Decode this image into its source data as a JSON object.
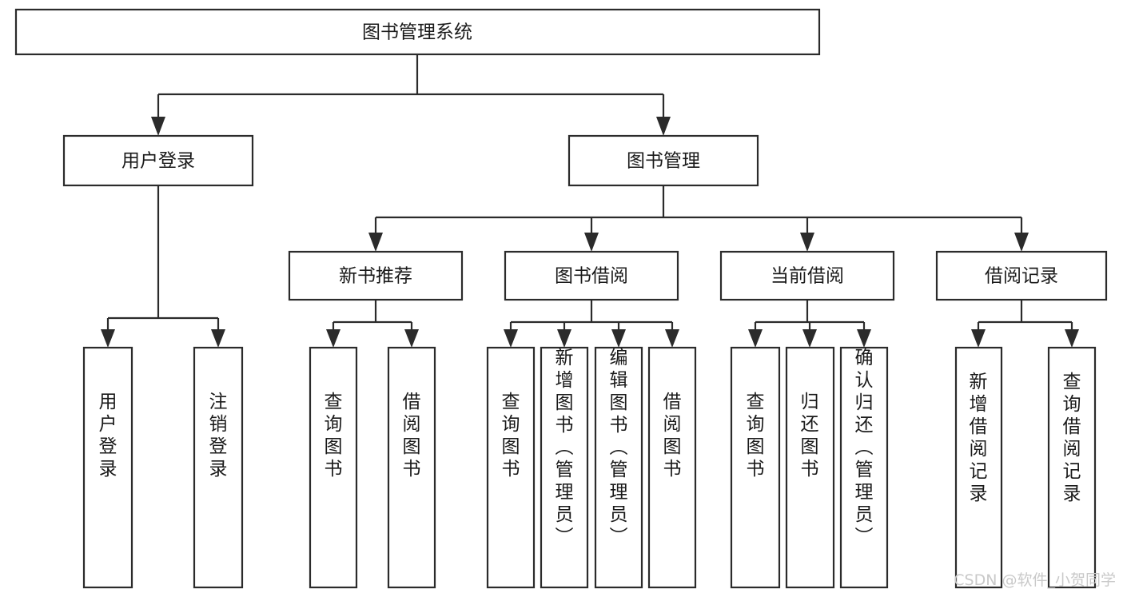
{
  "diagram": {
    "title": "图书管理系统",
    "type": "tree-hierarchy-diagram",
    "colors": {
      "stroke": "#2b2b2b",
      "fill": "#ffffff",
      "text": "#1a1a1a",
      "watermark": "#c9c9c9",
      "background": "#ffffff"
    },
    "root": {
      "label": "图书管理系统"
    },
    "level1": [
      {
        "label": "用户登录"
      },
      {
        "label": "图书管理"
      }
    ],
    "level2": [
      {
        "label": "新书推荐"
      },
      {
        "label": "图书借阅"
      },
      {
        "label": "当前借阅"
      },
      {
        "label": "借阅记录"
      }
    ],
    "leaves": {
      "user_login": [
        {
          "label": "用户登录"
        },
        {
          "label": "注销登录"
        }
      ],
      "new_book_recommend": [
        {
          "label": "查询图书"
        },
        {
          "label": "借阅图书"
        }
      ],
      "book_borrow": [
        {
          "label": "查询图书"
        },
        {
          "label": "新增图书（管理员）"
        },
        {
          "label": "编辑图书（管理员）"
        },
        {
          "label": "借阅图书"
        }
      ],
      "current_borrow": [
        {
          "label": "查询图书"
        },
        {
          "label": "归还图书"
        },
        {
          "label": "确认归还（管理员）"
        }
      ],
      "borrow_record": [
        {
          "label": "新增借阅记录"
        },
        {
          "label": "查询借阅记录"
        }
      ]
    }
  },
  "watermark": {
    "text": "CSDN @软件_小贺同学"
  }
}
